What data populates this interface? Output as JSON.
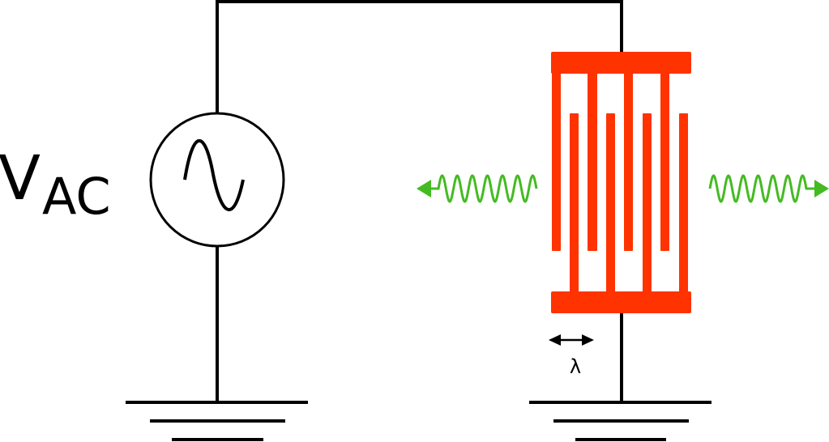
{
  "labels": {
    "source_main": "V",
    "source_sub": "AC",
    "wavelength": "λ"
  },
  "colors": {
    "wire": "#000000",
    "electrode": "#ff3300",
    "wave": "#44bb22"
  },
  "icons": {
    "source": "ac-sine-source",
    "ground": "ground-symbol",
    "electrode": "interdigital-transducer"
  }
}
